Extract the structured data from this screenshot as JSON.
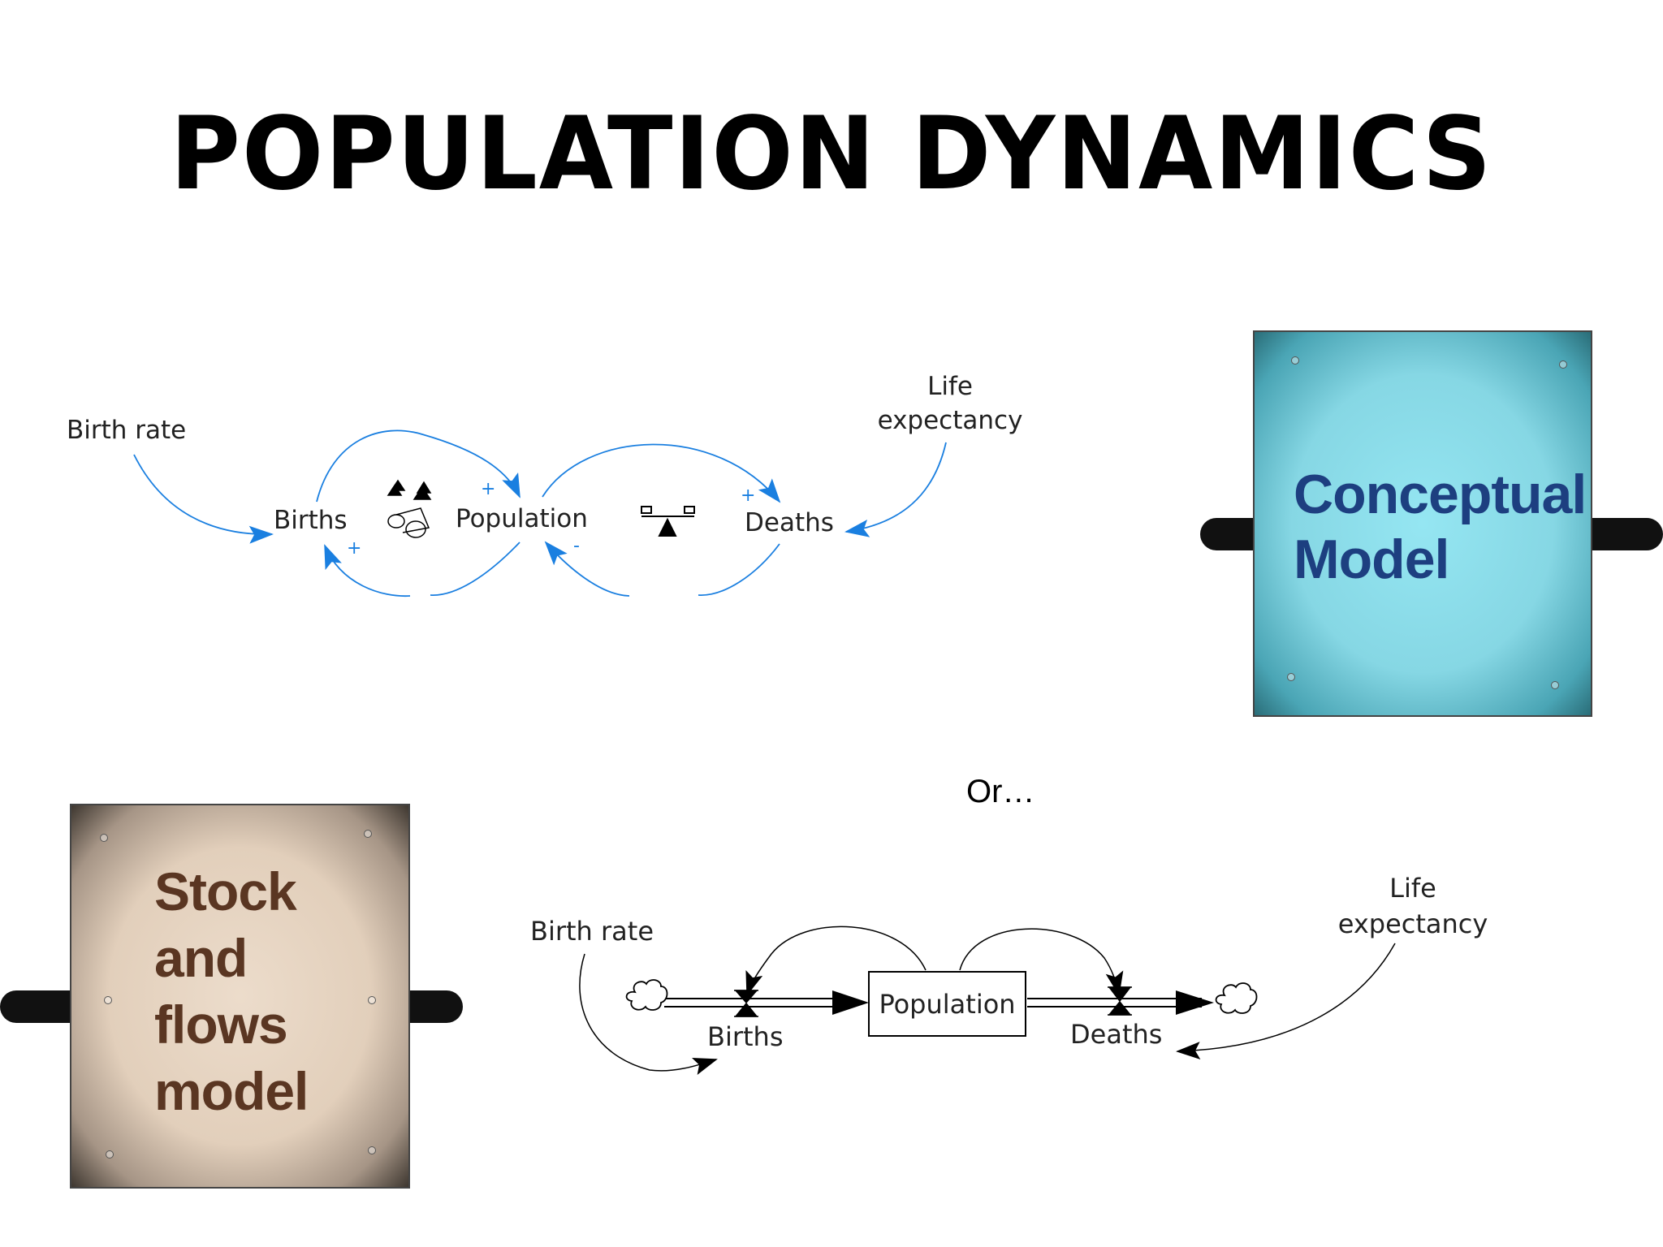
{
  "title": "POPULATION DYNAMICS",
  "separator": "Or…",
  "boards": {
    "conceptual": {
      "line1": "Conceptual",
      "line2": "Model"
    },
    "stock": {
      "line1": "Stock",
      "line2": "and",
      "line3": "flows",
      "line4": "model"
    }
  },
  "causal_loop": {
    "birth_rate": "Birth rate",
    "births": "Births",
    "population": "Population",
    "deaths": "Deaths",
    "life_expectancy_1": "Life",
    "life_expectancy_2": "expectancy",
    "polarity_plus": "+",
    "polarity_minus": "-",
    "arrow_color": "#1a7fe0"
  },
  "stock_flow": {
    "birth_rate": "Birth rate",
    "births": "Births",
    "population": "Population",
    "deaths": "Deaths",
    "life_expectancy_1": "Life",
    "life_expectancy_2": "expectancy"
  },
  "colors": {
    "conceptual_board": "#8fdde9",
    "conceptual_text": "#1d3f80",
    "stock_board": "#e6d5c2",
    "stock_text": "#5a3622"
  }
}
